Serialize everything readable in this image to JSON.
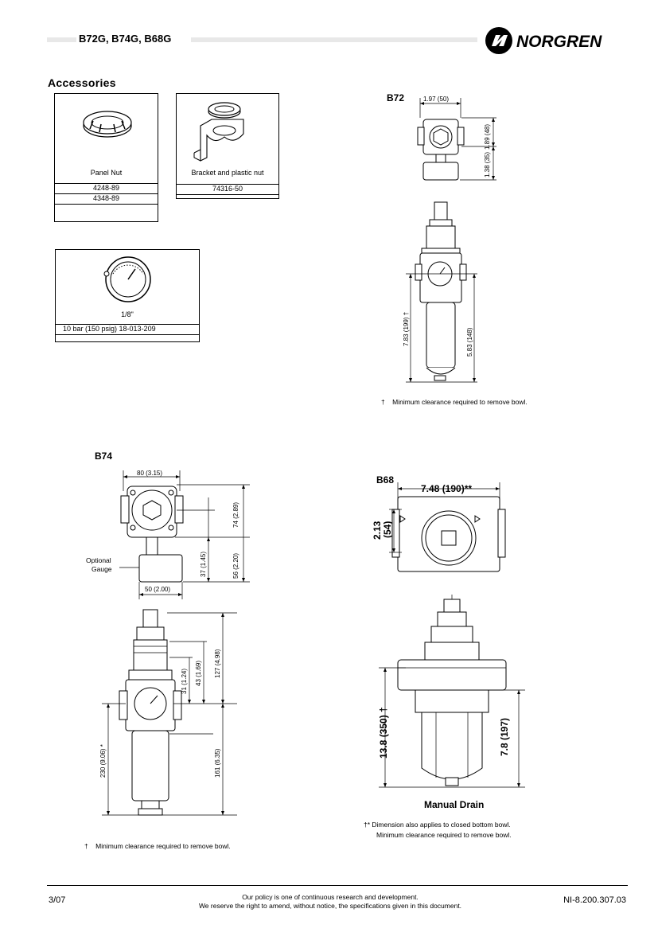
{
  "header": {
    "title": "B72G, B74G, B68G",
    "brand": "NORGREN"
  },
  "accessories": {
    "title": "Accessories",
    "panel_nut": {
      "caption": "Panel Nut",
      "codes": [
        "4248-89",
        "4348-89"
      ]
    },
    "bracket": {
      "caption": "Bracket and plastic nut",
      "codes": [
        "74316-50"
      ]
    },
    "gauge": {
      "caption": "1/8\"",
      "rows": [
        "10 bar (150 psig)  18-013-209"
      ]
    }
  },
  "b72": {
    "label": "B72",
    "dims": {
      "width": "1.97 (50)",
      "height_top": "1.89 (48)",
      "height_gauge": "1.38 (35)",
      "clearance": "7.83 (199) †",
      "height_body": "5.83 (148)"
    },
    "note": "†    Minimum clearance required to remove bowl."
  },
  "b74": {
    "label": "B74",
    "dims": {
      "width": "80 (3.15)",
      "h1": "74 (2.89)",
      "h2": "37 (1.45)",
      "h3": "56 (2.20)",
      "gauge_w": "50 (2.00)",
      "d31": "31 (1.24)",
      "d43": "43 (1.69)",
      "d127": "127 (4.98)",
      "d230": "230 (9.06) *",
      "d161": "161 (6.35)"
    },
    "gauge_label": [
      "Optional",
      "Gauge"
    ],
    "note": "†    Minimum clearance required to remove bowl."
  },
  "b68": {
    "label": "B68",
    "dims": {
      "width": "7.48 (190)**",
      "height": "2.13",
      "height_mm": "(54)",
      "tall": "13.8 (350) †",
      "body": "7.8 (197)"
    },
    "drain_label": "Manual Drain",
    "notes": [
      "†* Dimension also applies to closed bottom bowl.",
      "Minimum clearance required to remove bowl."
    ]
  },
  "footer": {
    "page": "3/07",
    "policy": [
      "Our policy is one of continuous research and development.",
      "We reserve the right to amend, without notice, the specifications given in this document."
    ],
    "doc_number": "NI-8.200.307.03"
  }
}
